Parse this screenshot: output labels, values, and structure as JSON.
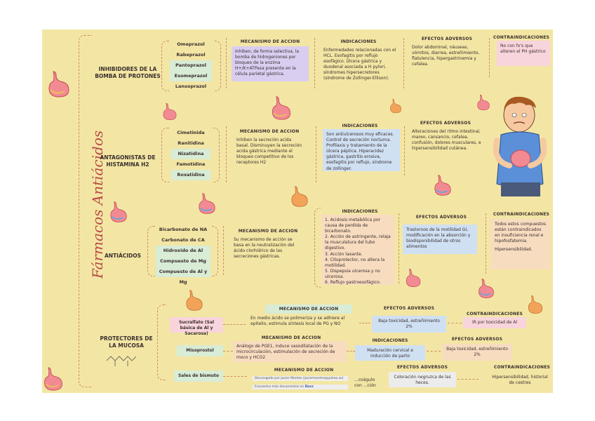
{
  "page": {
    "title": "Fármacos Antiácidos"
  },
  "sections": {
    "ibp": {
      "title": "INHIBIDORES DE LA BOMBA DE PROTONES",
      "drugs": [
        "Omeprazol",
        "Rabeprazol",
        "Pantoprazol",
        "Esomeprazol",
        "Lansoprazol"
      ],
      "mecanismo_hdr": "MECANISMO DE ACCION",
      "mecanismo": "Inhiben, de forma selectiva, la bomba de hidrogeniones por bloqueo de la enzima H+/K+ATPasa presente en la célula parietal gástrica.",
      "indicaciones_hdr": "INDICACIONES",
      "indicaciones": "Enfermedades relacionadas con el HCL. Esofagitis por reflujo esofágico. Úlcera gástrica y duodenal asociada a H pylori, síndromes hipersecretores (síndrome de Zollinger-Ellison).",
      "efectos_hdr": "EFECTOS ADVERSOS",
      "efectos": "Dolor abdominal, náuseas, vómitos, diarrea, estreñimiento, flatulencia, hipergastrinemia y cefalea.",
      "contra_hdr": "CONTRAINDICACIONES",
      "contra": "No con fx's que alteren el PH gástrico"
    },
    "h2": {
      "title": "ANTAGONISTAS DE HISTAMINA H2",
      "drugs": [
        "Cimetinida",
        "Ranitidina",
        "Nizatidina",
        "Famotidina",
        "Roxatidina"
      ],
      "mecanismo_hdr": "MECANISMO DE ACCION",
      "mecanismo": "Inhiben la secreción acida basal. Disminuyen la secreción acida gástrica mediante el bloqueo competitivo de los receptores H2",
      "indicaciones_hdr": "INDICACIONES",
      "indicaciones": "Son antiulcerosos muy eficaces. Control de secreción nocturna. Profilaxis y tratamiento de la úlcera péptica. Hiperacidez gástrica, gastritis erosiva, esofagitis por reflujo, síndrome de zollinger.",
      "efectos_hdr": "EFECTOS ADVERSOS",
      "efectos": "Alteraciones del ritmo intestinal, mareo, cansancio, cefalea, confusión, dolores musculares, e hipersensibilidad cutánea."
    },
    "antiacidos": {
      "title": "ANTIÁCIDOS",
      "drugs": [
        "Bicarbonato de NA",
        "Carbonato de CA",
        "Hidroxido de Al",
        "Compuesto de Mg",
        "Compuesto de Al y Mg"
      ],
      "mecanismo_hdr": "MECANISMO DE ACCION",
      "mecanismo": "Su mecanismo de acción se basa en la neutralización del ácido clorhídrico de las secreciones gástricas.",
      "indicaciones_hdr": "INDICACIONES",
      "indicaciones": [
        "1. Acidosis metabólica por causa de perdida de bicarbonato.",
        "2. Acción de astringente, relaja la musculatura del tubo digestivo.",
        "3. Acción laxante.",
        "4. Citoprotector, no altera la motilidad.",
        "5. Dispepsia ulcerosa y no ulcerosa.",
        "6. Reflujo gastroesofágico."
      ],
      "efectos_hdr": "EFECTOS ADVERSOS",
      "efectos": "Trastornos de la motilidad GI, modificación en la absorción y biodisponibilidad de otros alimentos",
      "contra_hdr": "CONTRAINDICACIONES",
      "contra": "Todos estos compuestos están contraindicados en insuficiencia renal e hipofosfatemia.",
      "contra2": "Hipersensibilidad."
    },
    "protectores": {
      "title": "PROTECTORES DE LA MUCOSA",
      "sucralfato": {
        "drug": "Sucralfato (Sal básica de Al y Sacarosa)",
        "mecanismo_hdr": "MECANISMO DE ACCION",
        "mecanismo": "En medio ácido se polimeriza y se adhiere al epitelio, estimula síntesis local de PG y NO",
        "efectos_hdr": "EFECTOS ADVERSOS",
        "efectos": "Baja toxicidad, estreñimiento 2%",
        "contra_hdr": "CONTRAINDICACIONES",
        "contra": "IR por toxicidad de Al"
      },
      "misoprostol": {
        "drug": "Misoprostol",
        "mecanismo_hdr": "MECANISMO DE ACCION",
        "mecanismo": "Análogo de PGE1, induce vasodilatación de la microcirculación, estimulación de secreción de moco y HCO2",
        "indicaciones_hdr": "INDICACIONES",
        "indicaciones": "Maduración cervical e inducción de parto",
        "efectos_hdr": "EFECTOS ADVERSOS",
        "efectos": "Baja toxicidad, estreñimiento 2%"
      },
      "bismuto": {
        "drug": "Sales de bismuto",
        "mecanismo_hdr": "MECANISMO DE ACCION",
        "mecanismo": "...coágulo con ...ción",
        "efectos_hdr": "EFECTOS ADVERSOS",
        "efectos": "Coloración negruzca de las heces.",
        "contra_hdr": "CONTRAINDICACIONES",
        "contra": "Hipersensibilidad, historial de cestres"
      }
    }
  },
  "credit": {
    "line1": "Descargado por javier Montes (javiermontes@yahoo.es)",
    "line2": "Encuentra más documentos en",
    "brand": "Docz"
  },
  "colors": {
    "sheet": "#f3e6a4",
    "dash": "#d08a6a",
    "title": "#b84a47"
  }
}
